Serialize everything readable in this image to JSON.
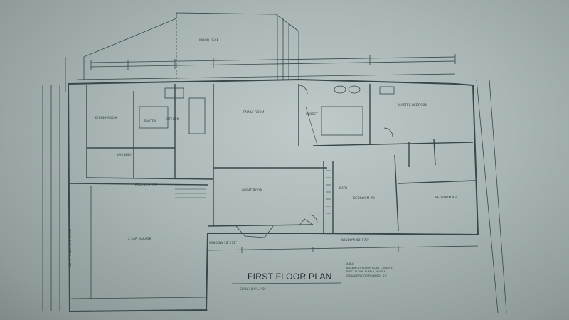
{
  "sheet": {
    "title": "FIRST FLOOR PLAN",
    "scale": "SCALE: 1/4\"=1'-0\""
  },
  "rooms": {
    "dining": "DINING ROOM",
    "kitchen": "KITCHEN",
    "family": "FAMILY ROOM",
    "master": "MASTER BEDROOM",
    "great": "GREAT ROOM",
    "bedroom2": "BEDROOM #2",
    "bedroom3": "BEDROOM #3",
    "garage": "2 CAR GARAGE",
    "laundry": "LAUNDRY",
    "pantry": "PANTRY",
    "access": "ACCESS ATTIC",
    "deck": "WOOD DECK",
    "closet": "CLOSET",
    "bath": "BATH"
  },
  "area_table": {
    "heading": "AREA:",
    "rows": [
      {
        "label": "BASEMENT FLOOR PLAN",
        "value": "1,500 S.F."
      },
      {
        "label": "FIRST FLOOR PLAN",
        "value": "1,500 S.F."
      },
      {
        "label": "GARAGE FLOOR PLAN",
        "value": "624 S.F."
      }
    ]
  },
  "notes": {
    "window_a": "WINDOW 36\"X72\"",
    "window_b": "WINDOW 60\"X72\"",
    "overhead": "16'-0\" OVERHEAD DOOR"
  }
}
